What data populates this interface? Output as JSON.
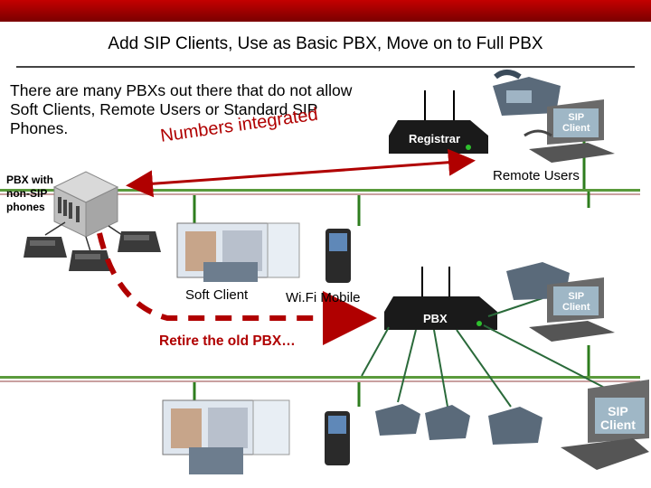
{
  "slide": {
    "title": "Add SIP Clients, Use as Basic PBX, Move on to Full PBX",
    "intro": "There are many PBXs out there that do not allow Soft Clients, Remote Users or Standard SIP Phones."
  },
  "labels": {
    "numbers_integrated": "Numbers integrated",
    "registrar": "Registrar",
    "remote_users": "Remote Users",
    "pbx_with_non_sip": [
      "PBX with",
      "non-SIP",
      "phones"
    ],
    "soft_client": "Soft Client",
    "wifi_mobile": "Wi.Fi Mobile",
    "pbx": "PBX",
    "retire": "Retire the old PBX…",
    "sip_client": [
      "SIP",
      "Client"
    ]
  },
  "colors": {
    "accent_red": "#b00000",
    "network_line": "#5a9a3c",
    "router_dark": "#1a1a1a"
  }
}
